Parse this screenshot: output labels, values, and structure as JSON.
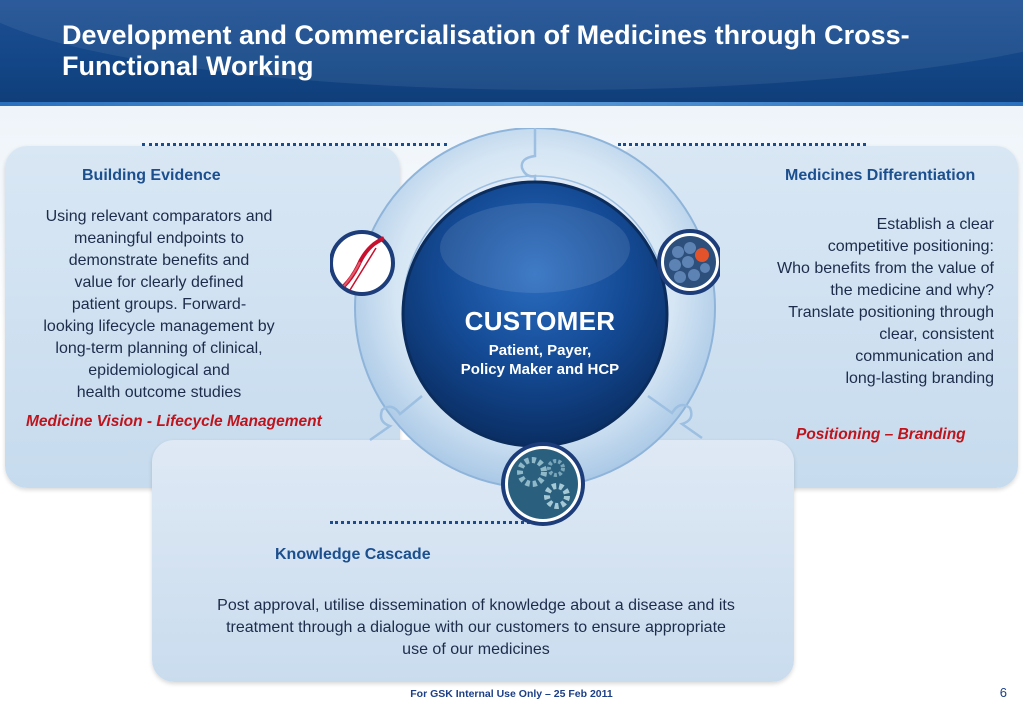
{
  "title": "Development and Commercialisation of Medicines through Cross-Functional Working",
  "left": {
    "heading": "Building Evidence",
    "lines": [
      "Using relevant comparators and",
      "meaningful endpoints to",
      "demonstrate benefits and",
      "value for clearly defined",
      "patient groups. Forward-",
      "looking lifecycle management by",
      "long-term planning of clinical,",
      "epidemiological and",
      "health outcome studies"
    ],
    "tagline": "Medicine Vision -  Lifecycle Management"
  },
  "right": {
    "heading": "Medicines Differentiation",
    "lines": [
      "Establish a clear",
      "competitive positioning:",
      "Who benefits from the value of",
      "the medicine and why?",
      "Translate positioning through",
      "clear, consistent",
      "communication and",
      "long-lasting branding"
    ],
    "tagline": "Positioning – Branding"
  },
  "bottom": {
    "heading": "Knowledge Cascade",
    "lines": [
      "Post approval, utilise dissemination of knowledge about a disease and its",
      "treatment through a dialogue with our customers to ensure appropriate",
      "use of our medicines"
    ]
  },
  "center": {
    "title": "CUSTOMER",
    "line1": "Patient, Payer,",
    "line2": "Policy Maker and HCP"
  },
  "icons": [
    "curve-graph-icon",
    "cells-icon",
    "gears-icon"
  ],
  "colors": {
    "header": "#134686",
    "heading": "#1c4f8e",
    "tagline": "#c0141c",
    "panel": "#cfe1f1"
  },
  "footer": "For GSK Internal Use Only – 25 Feb 2011",
  "page_number": "6"
}
